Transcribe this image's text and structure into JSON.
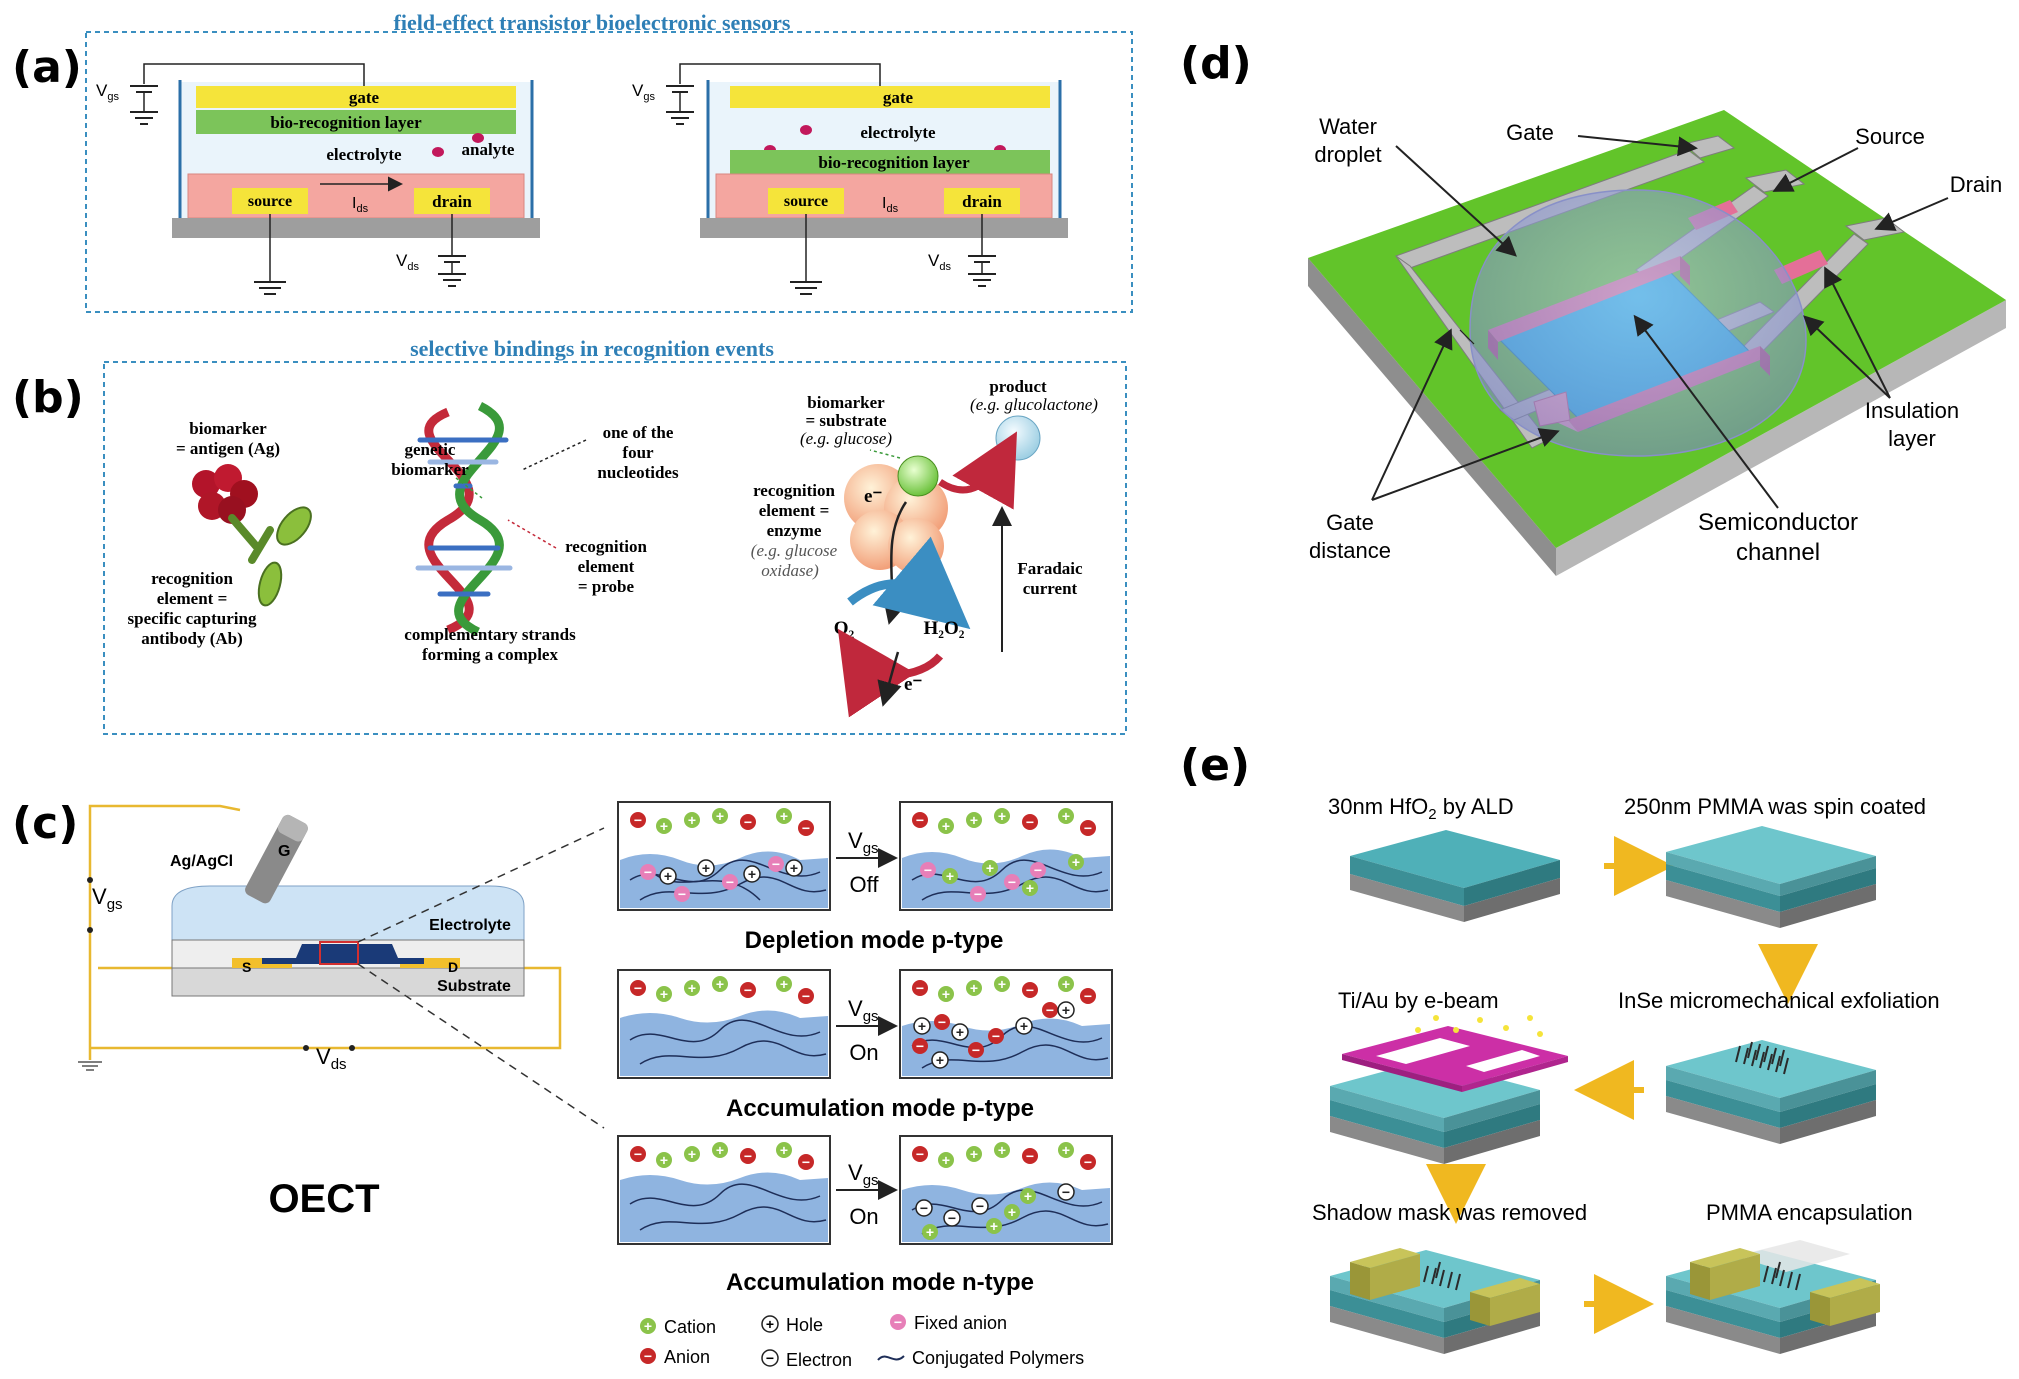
{
  "panel_labels": {
    "a": "(a)",
    "b": "(b)",
    "c": "(c)",
    "d": "(d)",
    "e": "(e)"
  },
  "panel_a": {
    "title": "field-effect transistor bioelectronic sensors",
    "left": {
      "vgs_main": "V",
      "vgs_sub": "gs",
      "gate": "gate",
      "bio_layer": "bio-recognition layer",
      "electrolyte": "electrolyte",
      "analyte": "analyte",
      "source": "source",
      "drain": "drain",
      "ids_main": "I",
      "ids_sub": "ds",
      "vds_main": "V",
      "vds_sub": "ds"
    },
    "right": {
      "vgs_main": "V",
      "vgs_sub": "gs",
      "gate": "gate",
      "electrolyte": "electrolyte",
      "bio_layer": "bio-recognition layer",
      "source": "source",
      "drain": "drain",
      "ids_main": "I",
      "ids_sub": "ds",
      "vds_main": "V",
      "vds_sub": "ds"
    }
  },
  "panel_b": {
    "title": "selective bindings in recognition events",
    "antibody": {
      "biomarker_l1": "biomarker",
      "biomarker_l2": "= antigen  (Ag)",
      "rec_l1": "recognition",
      "rec_l2": "element =",
      "rec_l3": "specific capturing",
      "rec_l4": "antibody (Ab)"
    },
    "dna": {
      "genetic_l1": "genetic",
      "genetic_l2": "biomarker",
      "nuc_l1": "one of the",
      "nuc_l2": "four",
      "nuc_l3": "nucleotides",
      "rec_l1": "recognition",
      "rec_l2": "element",
      "rec_l3": "= probe",
      "comp_l1": "complementary strands",
      "comp_l2": "forming a complex"
    },
    "enzyme": {
      "product_l1": "product",
      "product_l2": "(e.g. glucolactone)",
      "biomarker_l1": "biomarker",
      "biomarker_l2": "= substrate",
      "biomarker_l3": "(e.g. glucose)",
      "rec_l1": "recognition",
      "rec_l2": "element =",
      "rec_l3": "enzyme",
      "rec_l4": "(e.g. glucose",
      "rec_l5": "oxidase)",
      "e_minus": "e⁻",
      "o2": "O₂",
      "h2o2": "H₂O₂",
      "faradaic_l1": "Faradaic",
      "faradaic_l2": "current"
    }
  },
  "panel_c": {
    "ag_agcl": "Ag/AgCl",
    "g": "G",
    "vgs_main": "V",
    "vgs_sub": "gs",
    "vds_main": "V",
    "vds_sub": "ds",
    "electrolyte": "Electrolyte",
    "substrate": "Substrate",
    "s": "S",
    "d": "D",
    "oect": "OECT",
    "modes": [
      {
        "switch": "Off",
        "caption": "Depletion mode p-type"
      },
      {
        "switch": "On",
        "caption": "Accumulation mode p-type"
      },
      {
        "switch": "On",
        "caption": "Accumulation mode n-type"
      }
    ],
    "vgs_switch_main": "V",
    "vgs_switch_sub": "gs",
    "legend": {
      "cation": "Cation",
      "anion": "Anion",
      "hole": "Hole",
      "electron": "Electron",
      "fixed_anion": "Fixed anion",
      "conjugated": "Conjugated Polymers"
    }
  },
  "panel_d": {
    "water_l1": "Water",
    "water_l2": "droplet",
    "gate": "Gate",
    "source": "Source",
    "drain": "Drain",
    "insulation_l1": "Insulation",
    "insulation_l2": "layer",
    "gate_distance_l1": "Gate",
    "gate_distance_l2": "distance",
    "semiconductor_l1": "Semiconductor",
    "semiconductor_l2": "channel"
  },
  "panel_e": {
    "step1_a": "30nm HfO",
    "step1_sub": "2",
    "step1_b": " by ALD",
    "step2": "250nm PMMA was spin coated",
    "step3": "InSe micromechanical exfoliation",
    "step4": "Ti/Au by e-beam",
    "step5": "Shadow mask was removed",
    "step6": "PMMA encapsulation"
  },
  "colors": {
    "box_border": "#3a8fc0",
    "title_blue": "#2e7fb6",
    "gate_yellow": "#f5e43a",
    "bio_green": "#7cc45a",
    "channel_pink": "#f4a6a0",
    "substrate_gray": "#9e9e9e",
    "wire_gold": "#e8b830",
    "polymer_blue": "#8fb4e0",
    "cation": "#8bc34a",
    "anion": "#c62828",
    "fixed_anion": "#e77fb8",
    "d_green": "#62c42a",
    "d_blue": "#1fb6e6",
    "d_pink": "#e46f98",
    "e_teal": "#4fb0b8",
    "arrow_gold": "#f0b820"
  }
}
